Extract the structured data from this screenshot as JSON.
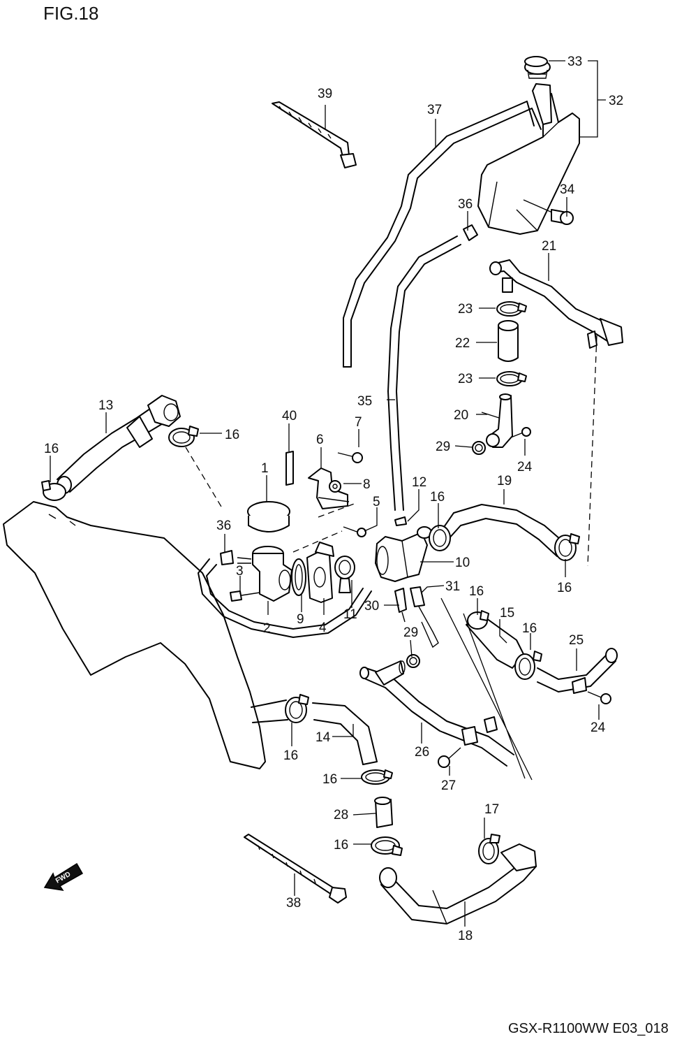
{
  "figure_title": "FIG.18",
  "footer_code": "GSX-R1100WW  E03_018",
  "fwd_label": "FWD",
  "callouts": [
    "1",
    "2",
    "3",
    "4",
    "5",
    "6",
    "7",
    "8",
    "9",
    "10",
    "11",
    "12",
    "13",
    "14",
    "15",
    "16",
    "17",
    "18",
    "19",
    "20",
    "21",
    "22",
    "23",
    "24",
    "25",
    "26",
    "27",
    "28",
    "29",
    "30",
    "31",
    "32",
    "33",
    "34",
    "35",
    "36",
    "37",
    "38",
    "39",
    "40"
  ],
  "extra_callouts": {
    "n16": "16",
    "n23": "23",
    "n24": "24",
    "n29": "29",
    "n36": "36"
  }
}
